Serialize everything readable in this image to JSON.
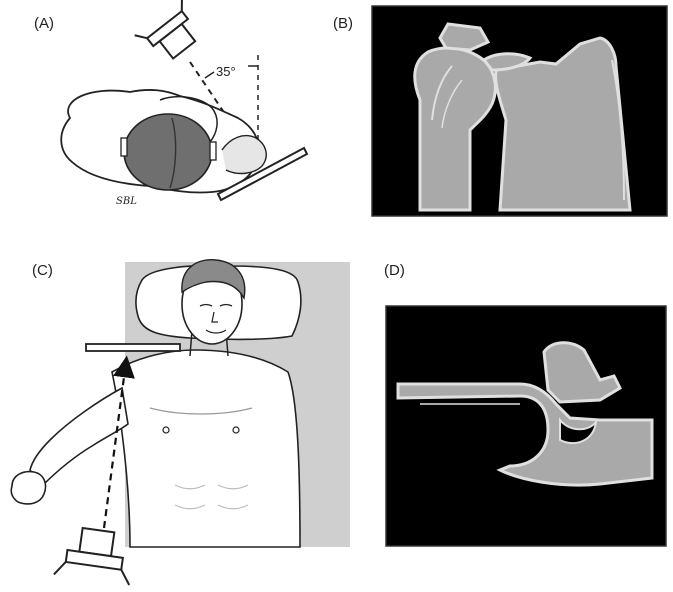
{
  "figure": {
    "panels": [
      {
        "id": "A",
        "label": "(A)"
      },
      {
        "id": "B",
        "label": "(B)"
      },
      {
        "id": "C",
        "label": "(C)"
      },
      {
        "id": "D",
        "label": "(D)"
      }
    ],
    "angle_label": "35°",
    "signature": "SBL",
    "colors": {
      "ink": "#222222",
      "xray_black": "#000000",
      "bone_gray": "#a8a8a8",
      "bone_outline": "#dcdcdc",
      "skin_shade": "#cfcfcf",
      "hair": "#7a7a7a"
    }
  }
}
